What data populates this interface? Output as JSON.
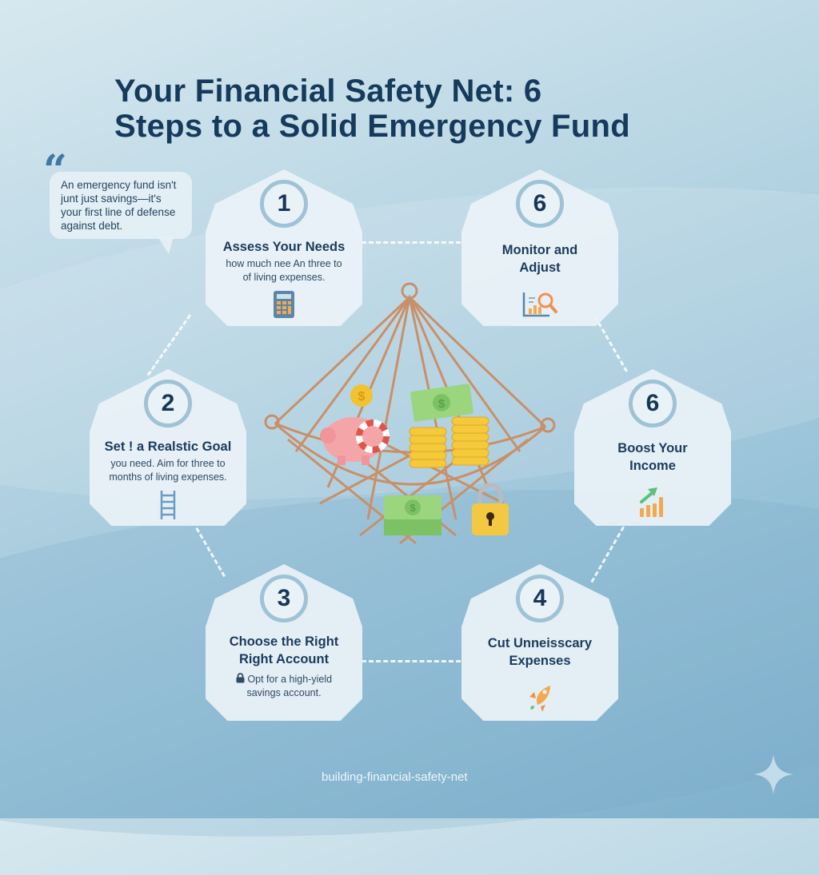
{
  "header": {
    "title_line1": "Your Financial Safety Net: 6",
    "title_line2": "Steps to a Solid Emergency Fund"
  },
  "quote": {
    "icon": "quote-icon",
    "lines": [
      "An emergency fund isn't",
      "junt just savings—it's",
      "your first line of defense",
      "against debt."
    ]
  },
  "steps": [
    {
      "number": "1",
      "title": "Assess Your Needs",
      "desc_line1": "how much nee An  three to",
      "desc_line2": "of living expenses.",
      "icon": "calculator-icon"
    },
    {
      "number": "6",
      "title_line1": "Monitor and",
      "title_line2": "Adjust",
      "icon": "chart-magnifier-icon"
    },
    {
      "number": "2",
      "title": "Set ! a Realstic Goal",
      "desc_line1": "you need. Aim for three  to",
      "desc_line2": "months of living expenses.",
      "icon": "ladder-icon"
    },
    {
      "number": "6",
      "title_line1": "Boost Your",
      "title_line2": "Income",
      "icon": "growth-chart-icon"
    },
    {
      "number": "3",
      "title_line1": "Choose the Right",
      "title_line2": "Right Account",
      "desc_line1": "Opt for a high-yield",
      "desc_line2": "savings account.",
      "icon": "lock-icon"
    },
    {
      "number": "4",
      "title_line1": "Cut Unneisscary",
      "title_line2": "Expenses",
      "icon": "rocket-icon"
    }
  ],
  "center_illustration": {
    "description": "rope safety net holding piggy bank with life ring, coins, cash and padlock",
    "items": [
      "piggy-bank",
      "life-ring",
      "coin",
      "coin-stacks",
      "cash-bill",
      "cash-stack",
      "padlock"
    ]
  },
  "footer": {
    "label": "building-financial-safety-net",
    "icon": "sparkle-icon"
  },
  "colors": {
    "title": "#163a5c",
    "ring": "#9fc3d6",
    "card": "#e9f2f7",
    "accent_orange": "#f0a04b",
    "accent_green": "#5cbf7a"
  }
}
